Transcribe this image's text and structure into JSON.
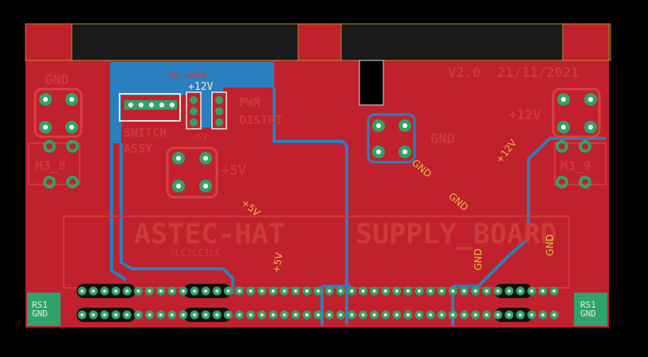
{
  "board": {
    "title_left": "ASTEC-HAT",
    "title_right": "SUPPLY_BOARD",
    "mirror_text": "JLCJLCJLC",
    "version": "V2.0",
    "date": "21/11/2021",
    "top_layer": "TOP LAYER"
  },
  "labels": {
    "gnd_top_left": "GND",
    "m3_left": "M3_8",
    "m3_right": "M3_9",
    "plus12_right": "+12V",
    "plus12_small": "+12V",
    "plus5_small": "+5V",
    "plus5_big": "+5V",
    "gnd_center": "GND",
    "switch1": "SWITCH",
    "switch2": "ASSY",
    "pwr1": "PWR",
    "pwr2": "DISTRI",
    "rs1": "RS1",
    "rs1_gnd": "GND",
    "rs2": "RS1",
    "rs2_gnd": "GND"
  },
  "net_labels": {
    "gnd_a": "GND",
    "gnd_b": "GND",
    "gnd_c": "GND",
    "gnd_d": "GND",
    "plus12_diag": "+12V",
    "plus5_diag": "+5V",
    "plus5_vert": "+5V"
  },
  "colors": {
    "board": "#c1212d",
    "copper": "#2b7fbf",
    "pad": "#2fa36a",
    "silk": "#cc3a3a",
    "outline": "#e0b040"
  }
}
